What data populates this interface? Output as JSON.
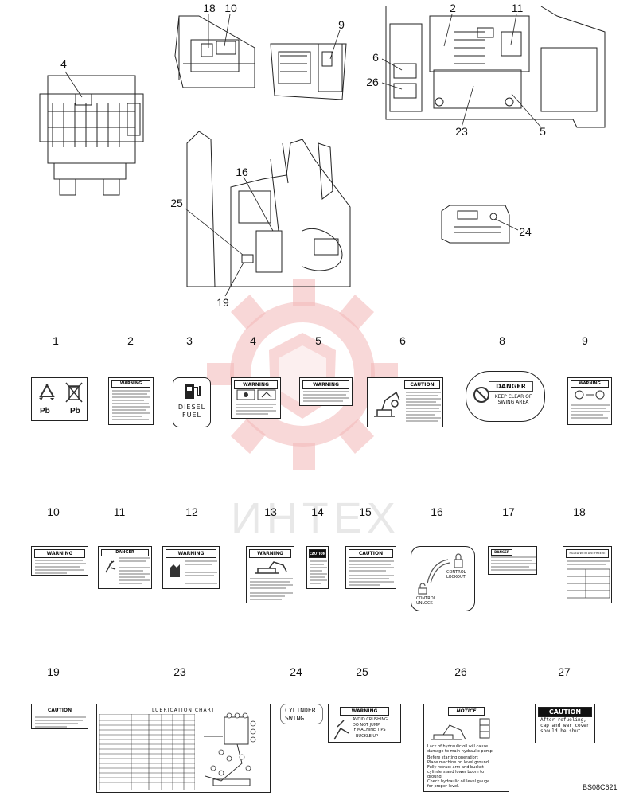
{
  "document_code": "BS08C621",
  "watermark_text": "ИНТЕХ",
  "overview_callouts": [
    {
      "id": "c-18",
      "text": "18"
    },
    {
      "id": "c-10",
      "text": "10"
    },
    {
      "id": "c-9",
      "text": "9"
    },
    {
      "id": "c-2",
      "text": "2"
    },
    {
      "id": "c-11",
      "text": "11"
    },
    {
      "id": "c-6",
      "text": "6"
    },
    {
      "id": "c-26",
      "text": "26"
    },
    {
      "id": "c-23",
      "text": "23"
    },
    {
      "id": "c-5",
      "text": "5"
    },
    {
      "id": "c-4",
      "text": "4"
    },
    {
      "id": "c-16",
      "text": "16"
    },
    {
      "id": "c-25",
      "text": "25"
    },
    {
      "id": "c-19",
      "text": "19"
    },
    {
      "id": "c-24",
      "text": "24"
    }
  ],
  "decals": {
    "d1": {
      "num": "1",
      "pb_left": "Pb",
      "pb_right": "Pb"
    },
    "d2": {
      "num": "2",
      "header": "WARNING"
    },
    "d3": {
      "num": "3",
      "line1": "DIESEL",
      "line2": "FUEL"
    },
    "d4": {
      "num": "4",
      "header": "WARNING"
    },
    "d5": {
      "num": "5",
      "header": "WARNING"
    },
    "d6": {
      "num": "6",
      "header": "CAUTION"
    },
    "d8": {
      "num": "8",
      "header": "DANGER",
      "line1": "KEEP CLEAR OF",
      "line2": "SWING AREA"
    },
    "d9": {
      "num": "9",
      "header": "WARNING"
    },
    "d10": {
      "num": "10",
      "header": "WARNING"
    },
    "d11": {
      "num": "11",
      "header": "DANGER"
    },
    "d12": {
      "num": "12",
      "header": "WARNING"
    },
    "d13": {
      "num": "13",
      "header": "WARNING"
    },
    "d14": {
      "num": "14",
      "header": "CAUTION"
    },
    "d15": {
      "num": "15",
      "header": "CAUTION"
    },
    "d16": {
      "num": "16",
      "lock": "CONTROL\nLOCKOUT",
      "unlock": "CONTROL\nUNLOCK"
    },
    "d17": {
      "num": "17",
      "header": "DANGER"
    },
    "d18": {
      "num": "18",
      "header": "FILLED WITH ANTIFREEZE"
    },
    "d19": {
      "num": "19",
      "header": "CAUTION"
    },
    "d23": {
      "num": "23",
      "header": "LUBRICATION CHART"
    },
    "d24": {
      "num": "24",
      "line1": "CYLINDER",
      "line2": "SWING"
    },
    "d25": {
      "num": "25",
      "header": "WARNING",
      "line1": "AVOID CRUSHING",
      "line2": "DO NOT JUMP",
      "line3": "IF MACHINE TIPS",
      "line4": "BUCKLE UP"
    },
    "d26": {
      "num": "26",
      "header": "NOTICE",
      "line1": "Lack of hydraulic oil will cause",
      "line2": "damage to main hydraulic pump.",
      "line3": "Before starting operation:",
      "line4": "Place machine on level ground.",
      "line5": "Fully retract arm and bucket",
      "line6": "cylinders and lower boom to",
      "line7": "ground.",
      "line8": "Check hydraulic oil level gauge",
      "line9": "for proper level."
    },
    "d27": {
      "num": "27",
      "header": "CAUTION",
      "line1": "After refueling,",
      "line2": "cap and war cover",
      "line3": "should be shut."
    }
  }
}
